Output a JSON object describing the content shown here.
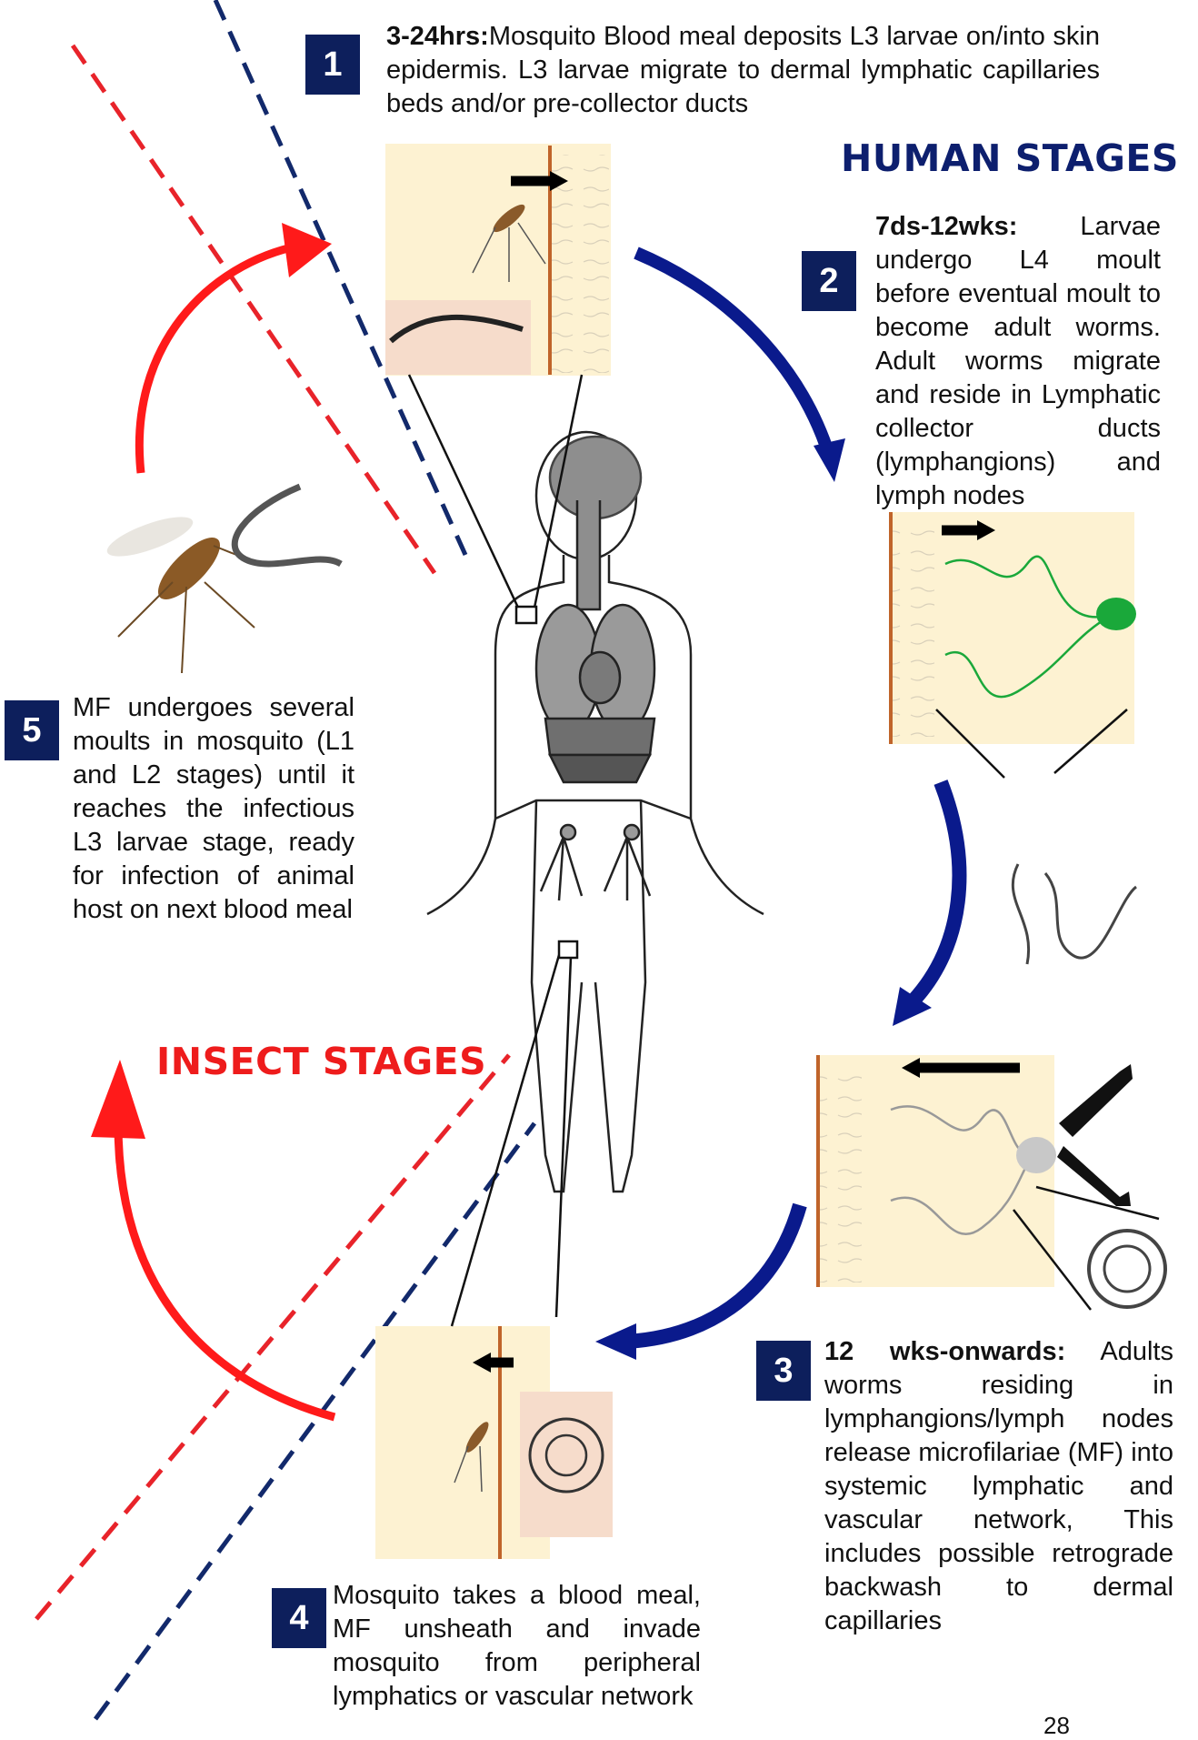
{
  "headings": {
    "human": "HUMAN STAGES",
    "insect": "INSECT STAGES"
  },
  "steps": [
    {
      "number": "1",
      "time": "3-24hrs:",
      "text": "Mosquito Blood meal deposits L3 larvae on/into skin epidermis. L3 larvae migrate to dermal lymphatic capillaries beds and/or pre-collector ducts"
    },
    {
      "number": "2",
      "time": "7ds-12wks:",
      "text": "Larvae undergo L4 moult before eventual moult to become adult worms. Adult worms migrate and reside in Lymphatic collector ducts (lymphangions) and lymph nodes"
    },
    {
      "number": "3",
      "time": "12 wks-onwards:",
      "text": "Adults worms residing in lymphangions/lymph nodes release microfilariae (MF) into systemic lymphatic and vascular network, This includes possible retrograde backwash to dermal capillaries"
    },
    {
      "number": "4",
      "time": "",
      "text": "Mosquito takes a blood meal, MF unsheath and invade mosquito from peripheral lymphatics or vascular network"
    },
    {
      "number": "5",
      "time": "",
      "text": "MF undergoes several moults in mosquito (L1 and L2 stages) until it reaches the infectious L3 larvae stage, ready for infection of animal host on next blood meal"
    }
  ],
  "page_number": "28",
  "colors": {
    "human_heading": "#0d1f6e",
    "insect_heading": "#ee1c1c",
    "badge": "#0d1f5c",
    "navy_arrow": "#0a1a8c",
    "red_arrow": "#ff1a1a",
    "panel": "#fdf2d2",
    "skin_line": "#c0642a",
    "worm_green": "#1aa83a",
    "node_gray": "#c8c8c8"
  },
  "icons": [
    "mosquito-icon",
    "worm-icon",
    "human-body-icon",
    "lymph-node-icon"
  ]
}
